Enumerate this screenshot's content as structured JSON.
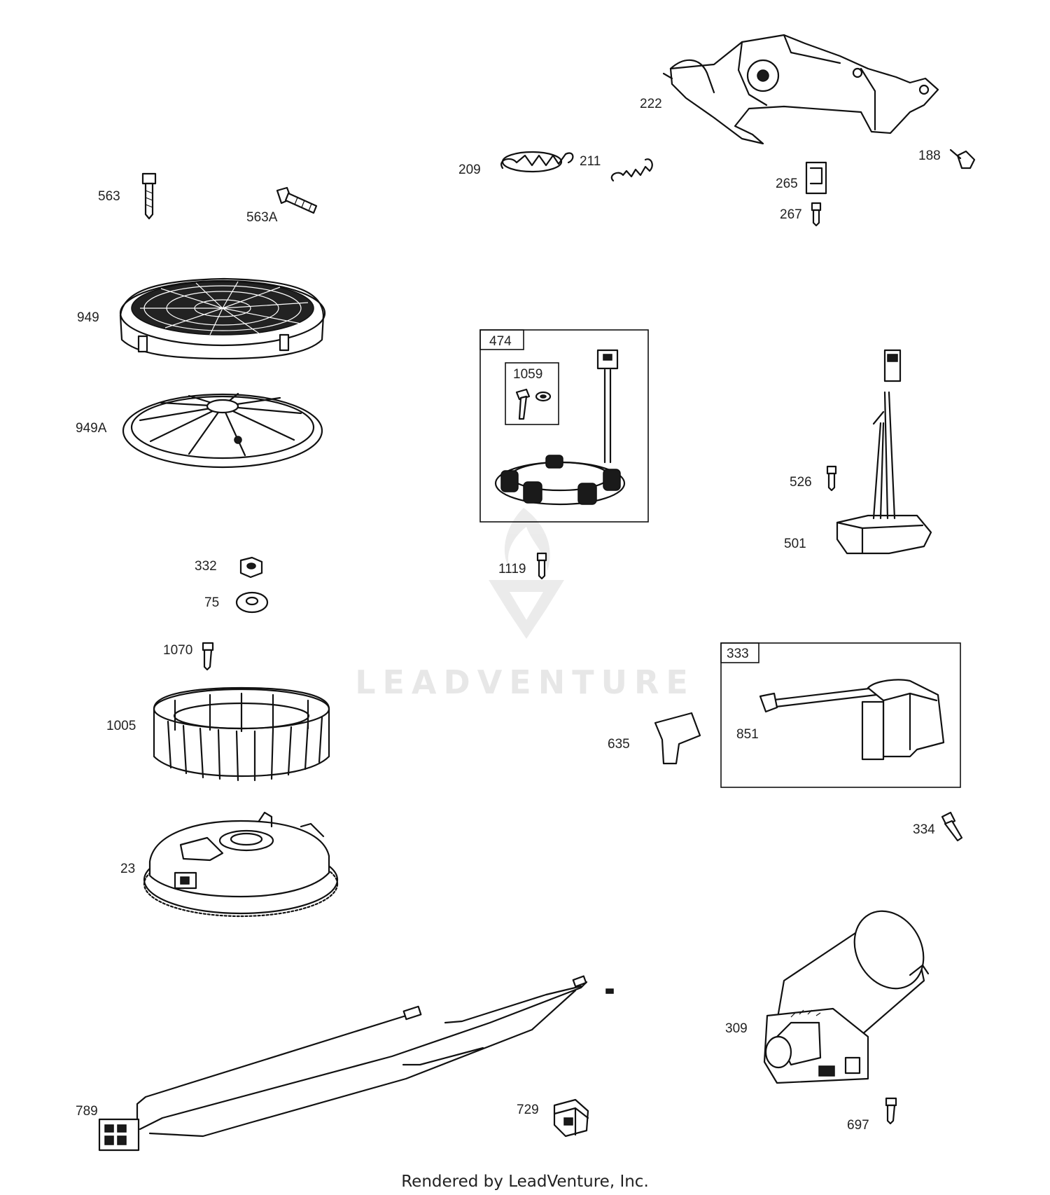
{
  "colors": {
    "ink": "#111111",
    "watermark": "#d8d8d8",
    "background": "#ffffff"
  },
  "watermark": {
    "text": "LEADVENTURE",
    "icon": "leadventure-flame-logo"
  },
  "footer": "Rendered by LeadVenture, Inc.",
  "callouts": {
    "p222": "222",
    "p209": "209",
    "p211": "211",
    "p188": "188",
    "p265": "265",
    "p267": "267",
    "p563": "563",
    "p563A": "563A",
    "p949": "949",
    "p949A": "949A",
    "p474": "474",
    "p1059": "1059",
    "p526": "526",
    "p501": "501",
    "p332": "332",
    "p75": "75",
    "p1119": "1119",
    "p1070": "1070",
    "p333": "333",
    "p1005": "1005",
    "p635": "635",
    "p851": "851",
    "p334": "334",
    "p23": "23",
    "p309": "309",
    "p789": "789",
    "p729": "729",
    "p697": "697"
  }
}
